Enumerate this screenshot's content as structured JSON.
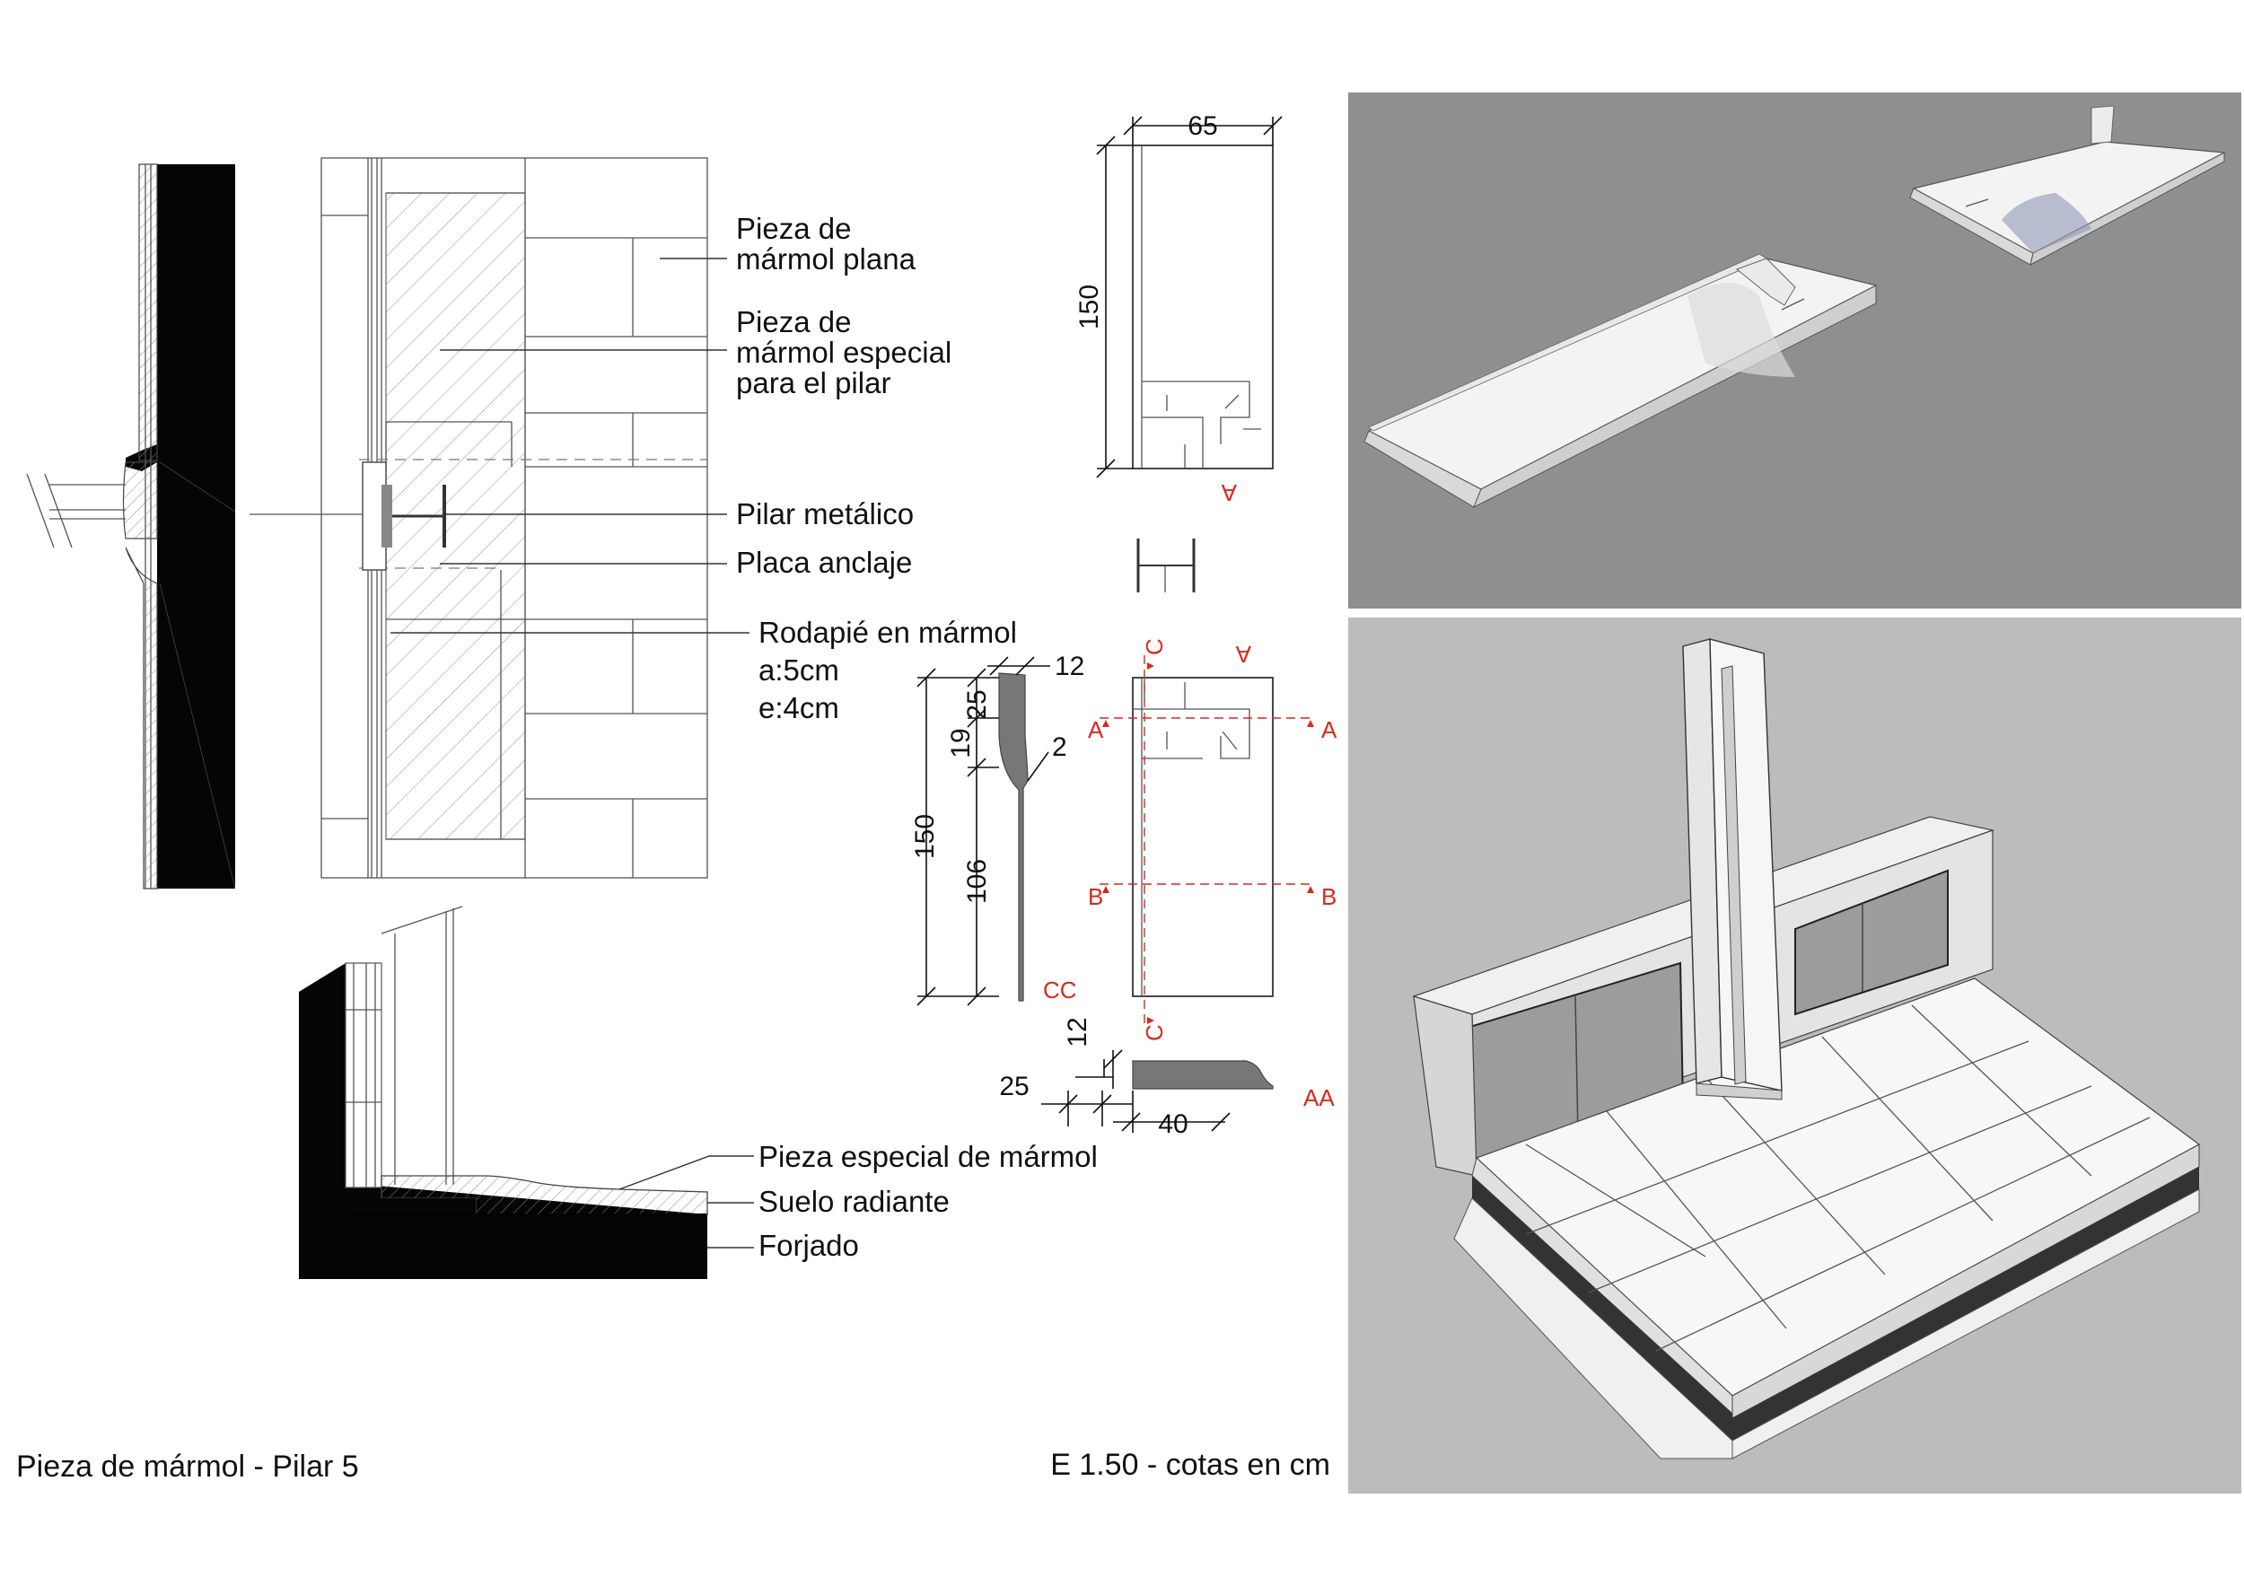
{
  "sheet": {
    "title": "Pieza de mármol - Pilar 5",
    "scale_note": "E 1.50 - cotas en cm"
  },
  "elevation_labels": {
    "flat_piece": [
      "Pieza de",
      "mármol plana"
    ],
    "special_piece": [
      "Pieza de",
      "mármol especial",
      "para el pilar"
    ],
    "metal_column": "Pilar metálico",
    "anchor_plate": "Placa anclaje",
    "baseboard": [
      "Rodapié en mármol",
      "a:5cm",
      "e:4cm"
    ]
  },
  "section_labels": {
    "special_marble_piece": "Pieza especial de mármol",
    "radiant_floor": "Suelo radiante",
    "slab": "Forjado"
  },
  "piece_dimensions": {
    "width": "65",
    "height": "150",
    "top_thickness": "12",
    "top_part": "25",
    "transition": "19",
    "offset": "2",
    "total_height": "150",
    "lower_part": "106",
    "aa_height": "12",
    "aa_left": "25",
    "aa_width": "40"
  },
  "section_marks": {
    "c_top": "C",
    "c_bottom": "C",
    "a_left": "A",
    "a_right": "A",
    "b_left": "B",
    "b_right": "B",
    "top_marker": "A",
    "cc": "CC",
    "aa": "AA"
  },
  "colors": {
    "render_top_bg": "#8f8f8f",
    "render_bottom_bg": "#bcbcbc",
    "section_mark": "#d8291c"
  }
}
